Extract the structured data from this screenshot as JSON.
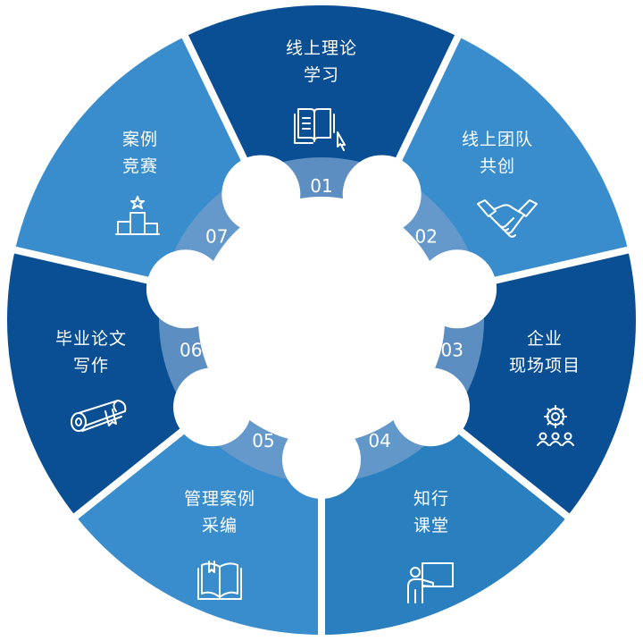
{
  "colors": {
    "dark": "#0a4f93",
    "mid": "#2a7fbf",
    "light": "#3a8dcc",
    "overlay": "#6f9ccc",
    "text": "#ffffff"
  },
  "segments": [
    {
      "number": "01",
      "lines": [
        "线上理论",
        "学习"
      ],
      "icon": "book-icon",
      "color": "dark"
    },
    {
      "number": "02",
      "lines": [
        "线上团队",
        "共创"
      ],
      "icon": "handshake-icon",
      "color": "light"
    },
    {
      "number": "03",
      "lines": [
        "企业",
        "现场项目"
      ],
      "icon": "gear-team-icon",
      "color": "dark"
    },
    {
      "number": "04",
      "lines": [
        "知行",
        "课堂"
      ],
      "icon": "teacher-board-icon",
      "color": "mid"
    },
    {
      "number": "05",
      "lines": [
        "管理案例",
        "采编"
      ],
      "icon": "open-book-icon",
      "color": "light"
    },
    {
      "number": "06",
      "lines": [
        "毕业论文",
        "写作"
      ],
      "icon": "diploma-icon",
      "color": "dark"
    },
    {
      "number": "07",
      "lines": [
        "案例",
        "竞赛"
      ],
      "icon": "podium-icon",
      "color": "light"
    }
  ]
}
